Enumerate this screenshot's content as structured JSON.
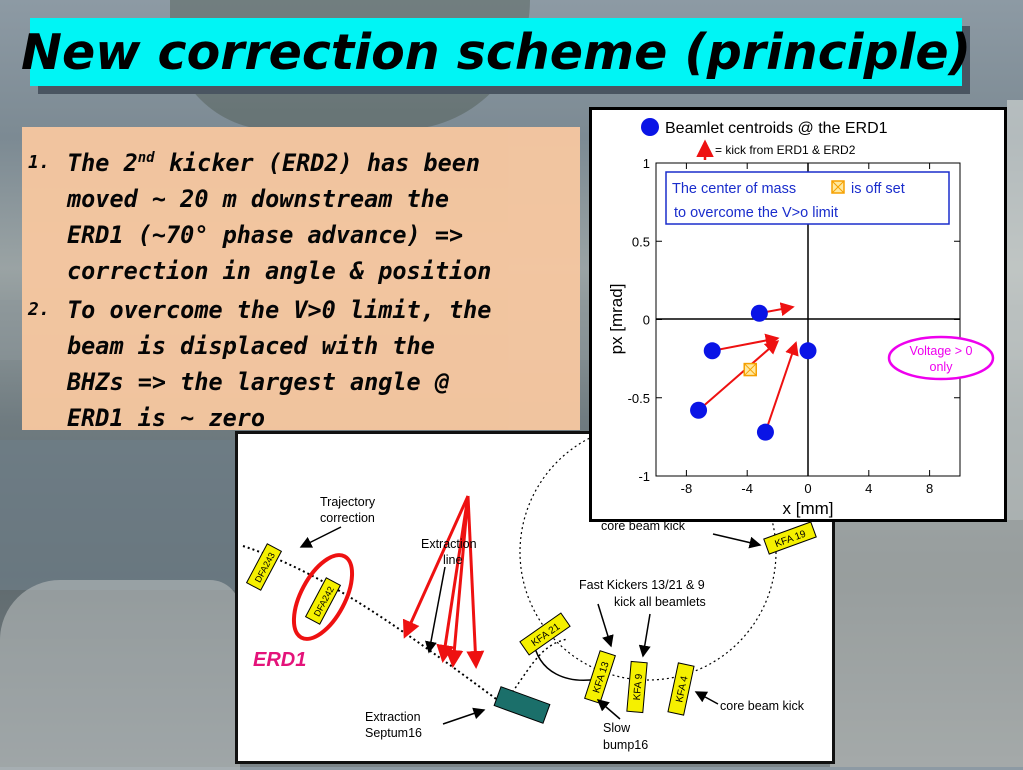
{
  "slide": {
    "title": "New correction scheme (principle)",
    "items": [
      {
        "number": "1.",
        "line1_a": "The 2",
        "line1_sup": "nd",
        "line1_b": " kicker (ERD2) has been",
        "line2": "moved ~ 20 m downstream the",
        "line3": "ERD1 (~70° phase advance) =>",
        "line4": "correction in angle & position"
      },
      {
        "number": "2.",
        "line1": "To overcome the V>0 limit, the",
        "line2": "beam is displaced with the",
        "line3": "BHZs => the largest angle @",
        "line4": "ERD1 is ~ zero"
      }
    ]
  },
  "plot": {
    "legend_centroids": "Beamlet centroids @ the ERD1",
    "legend_kick": "= kick from ERD1 & ERD2",
    "note_line1": "The center of mass",
    "note_line1b": "is off set",
    "note_line2": "to overcome the V>o limit",
    "voltage_line1": "Voltage > 0",
    "voltage_line2": "only",
    "xlabel": "x  [mm]",
    "ylabel": "px [mrad]",
    "xticks": [
      "-8",
      "-4",
      "0",
      "4",
      "8"
    ],
    "yticks": [
      "1",
      "0.5",
      "0",
      "-0.5",
      "-1"
    ],
    "colors": {
      "point": "#0a14e6",
      "arrow": "#ee1111",
      "com": "#f5a000",
      "voltage": "#ee00ee",
      "note": "#1a2dcc"
    }
  },
  "chart_data": {
    "type": "scatter",
    "title": "",
    "xlabel": "x  [mm]",
    "ylabel": "px [mrad]",
    "xlim": [
      -10,
      10
    ],
    "ylim": [
      -1,
      1
    ],
    "series": [
      {
        "name": "Beamlet centroids @ the ERD1",
        "points": [
          [
            -3.2,
            0.04
          ],
          [
            -6.3,
            -0.2
          ],
          [
            0,
            -0.2
          ],
          [
            -7.2,
            -0.58
          ],
          [
            -2.8,
            -0.72
          ]
        ]
      },
      {
        "name": "center of mass",
        "points": [
          [
            -3.8,
            -0.32
          ]
        ]
      }
    ],
    "arrows": [
      {
        "from": [
          -3.2,
          0.04
        ],
        "to": [
          -1.0,
          0.08
        ]
      },
      {
        "from": [
          -6.3,
          -0.2
        ],
        "to": [
          -2.0,
          -0.12
        ]
      },
      {
        "from": [
          -7.2,
          -0.58
        ],
        "to": [
          -2.0,
          -0.14
        ]
      },
      {
        "from": [
          -2.8,
          -0.72
        ],
        "to": [
          -0.8,
          -0.15
        ]
      }
    ]
  },
  "diagram": {
    "trajectory_correction": [
      "Trajectory",
      "correction"
    ],
    "extraction_line": [
      "Extraction",
      "line"
    ],
    "core_beam_kick_top": "core beam kick",
    "core_beam_kick_bottom": "core beam kick",
    "fast_kickers": [
      "Fast Kickers 13/21 & 9",
      "kick all beamlets"
    ],
    "erd1": "ERD1",
    "extraction_septum": [
      "Extraction",
      "Septum16"
    ],
    "slow_bump": [
      "Slow",
      "bump16"
    ],
    "magnets": {
      "dfa243": "DFA243",
      "dfa242": "DFA242",
      "kfa21": "KFA 21",
      "kfa13": "KFA 13",
      "kfa9": "KFA 9",
      "kfa4": "KFA 4",
      "kfa19": "KFA 19"
    }
  }
}
